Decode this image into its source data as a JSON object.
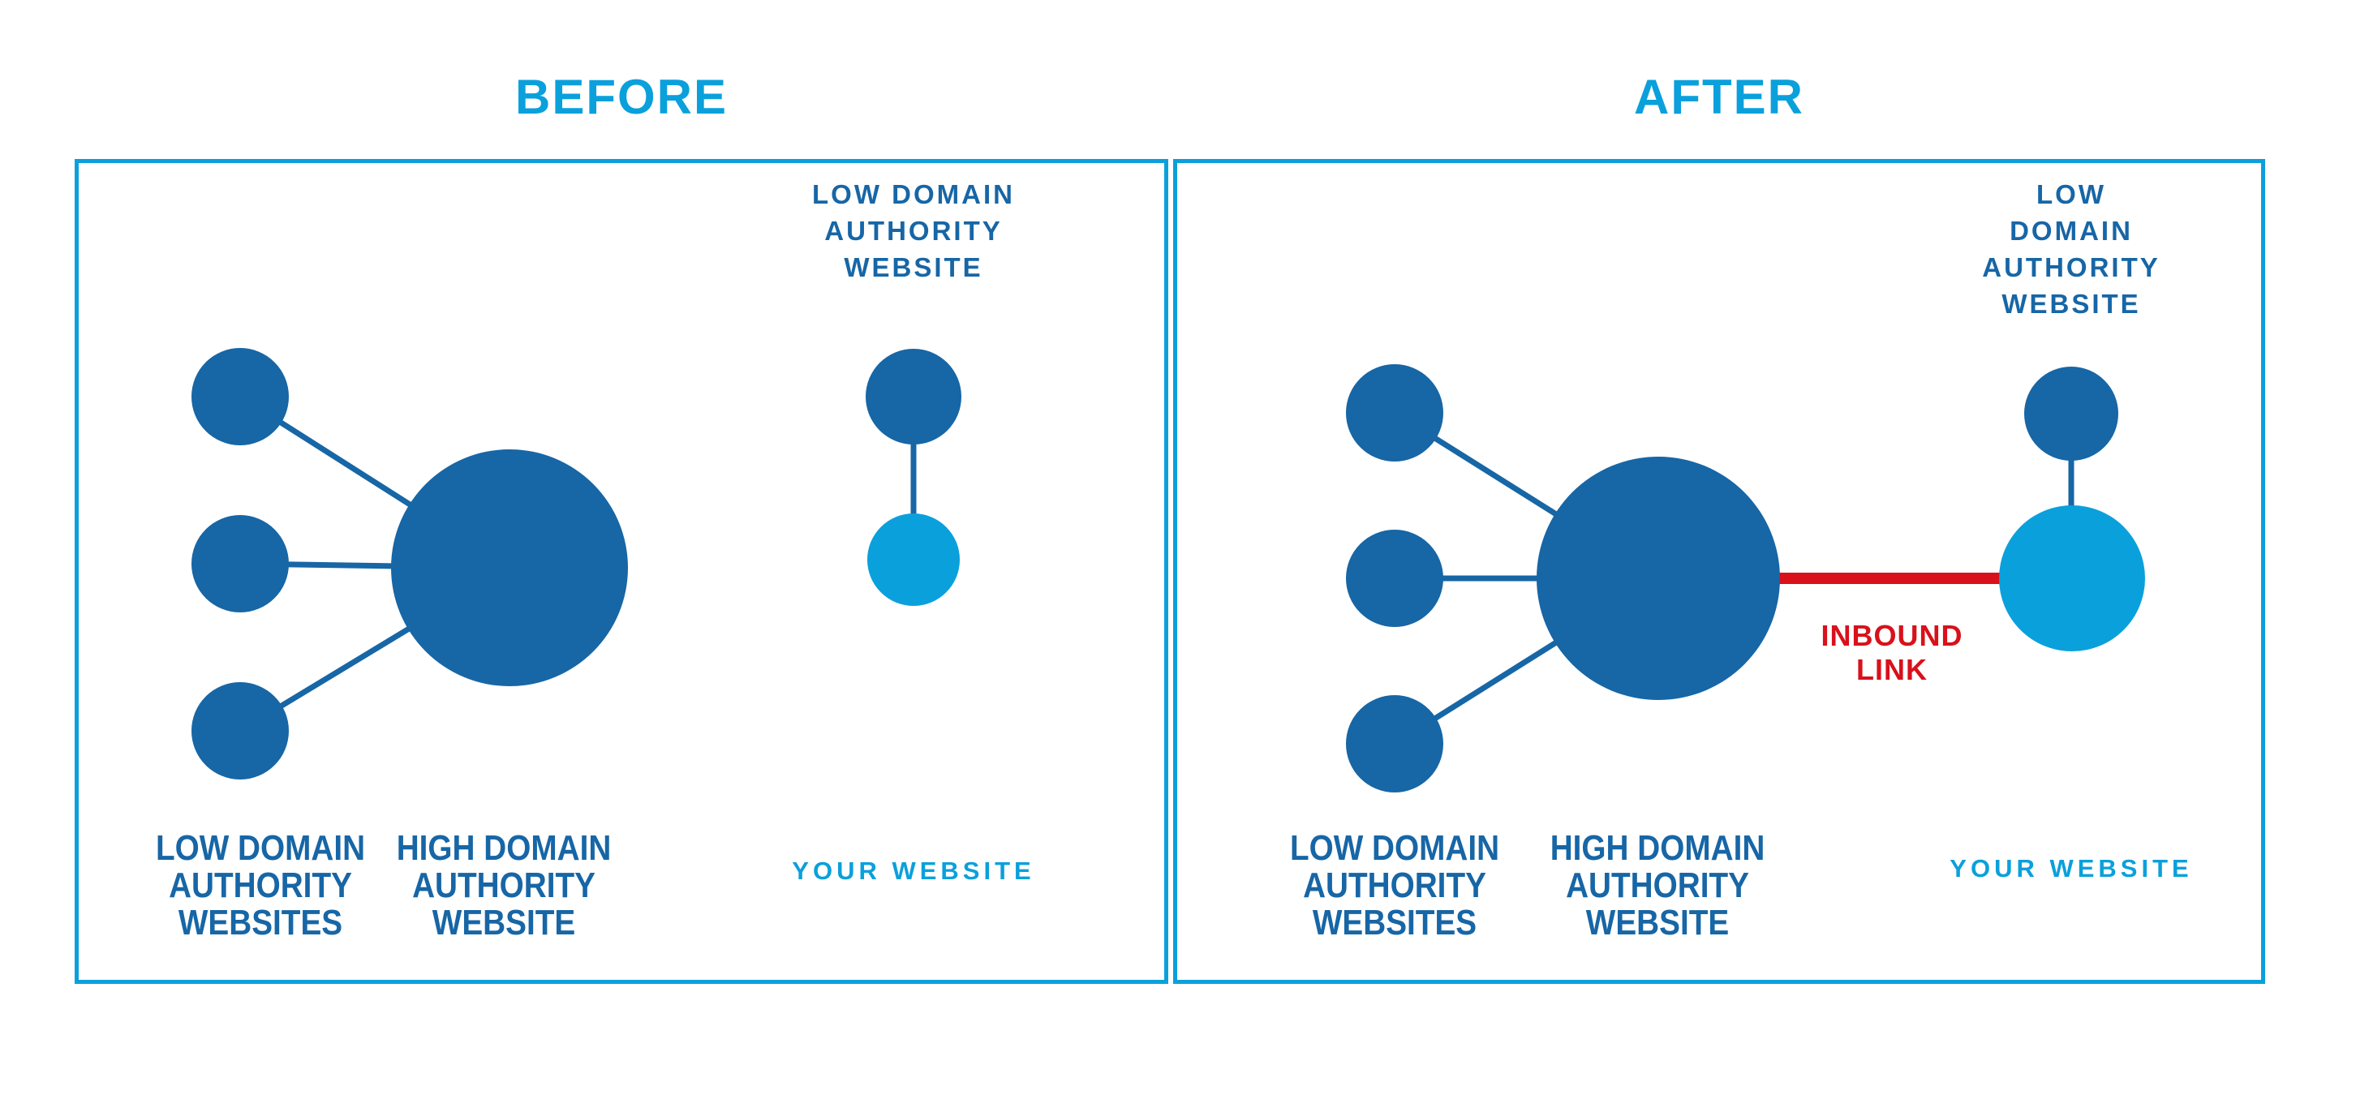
{
  "titles": {
    "before": "BEFORE",
    "after": "AFTER"
  },
  "colors": {
    "dark_blue": "#1766A6",
    "light_blue": "#0AA0DC",
    "red": "#D8111B",
    "background": "#FFFFFF"
  },
  "panels": {
    "before": {
      "low_authority_site_label": "LOW DOMAIN\nAUTHORITY\nWEBSITE",
      "low_authority_group_label": "LOW DOMAIN\nAUTHORITY\nWEBSITES",
      "high_authority_label": "HIGH DOMAIN\nAUTHORITY\nWEBSITE",
      "your_website_label": "YOUR WEBSITE",
      "structure": {
        "low_authority_nodes_linked_to_high_authority": 3,
        "your_website_has_inbound_link_from_high_authority": false,
        "your_website_node_size": "small"
      }
    },
    "after": {
      "low_authority_site_label": "LOW DOMAIN\nAUTHORITY\nWEBSITE",
      "low_authority_group_label": "LOW DOMAIN\nAUTHORITY\nWEBSITES",
      "high_authority_label": "HIGH DOMAIN\nAUTHORITY\nWEBSITE",
      "your_website_label": "YOUR WEBSITE",
      "inbound_link_label": "INBOUND\nLINK",
      "structure": {
        "low_authority_nodes_linked_to_high_authority": 3,
        "your_website_has_inbound_link_from_high_authority": true,
        "your_website_node_size": "large"
      }
    }
  }
}
